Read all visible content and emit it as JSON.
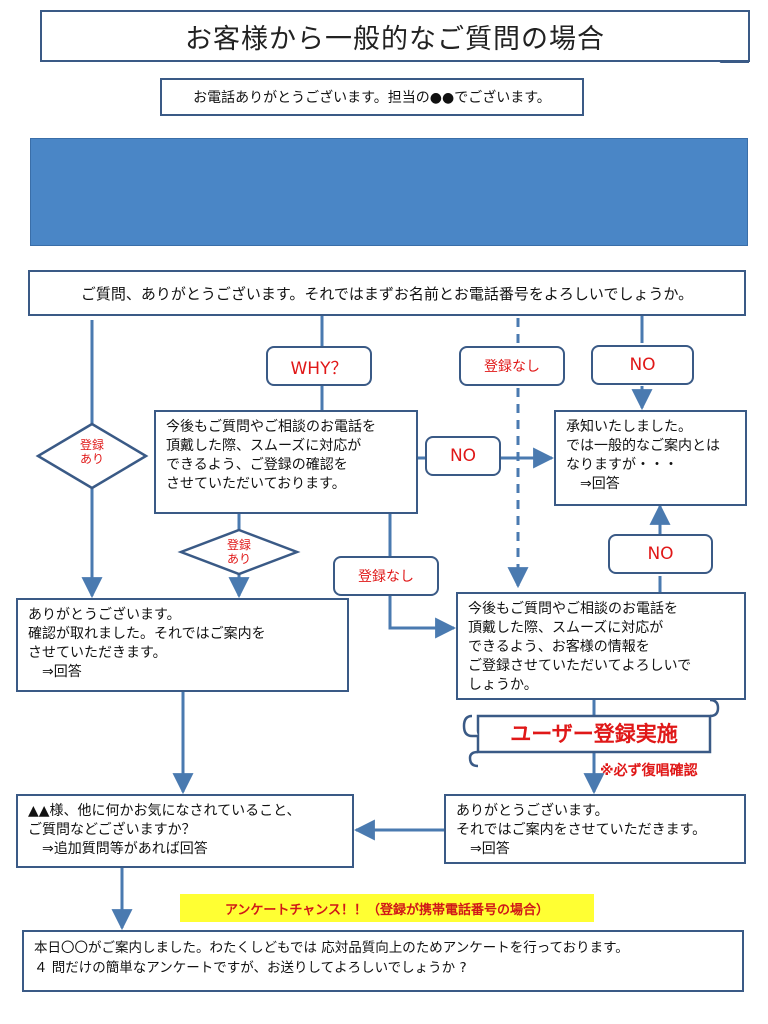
{
  "title": "お客様から一般的なご質問の場合",
  "greeting": "お電話ありがとうございます。担当の●●でございます。",
  "question": "ご質問、ありがとうございます。それではまずお名前とお電話番号をよろしいでしょうか。",
  "labels": {
    "why": "WHY？",
    "not_registered_1": "登録なし",
    "not_registered_2": "登録なし",
    "no_1": "NO",
    "no_2": "NO",
    "no_3": "NO",
    "registered_1": "登録\nあり",
    "registered_2": "登録\nあり"
  },
  "boxes": {
    "explain": "今後もご質問やご相談のお電話を\n頂戴した際、スムーズに対応が\nできるよう、ご登録の確認を\nさせていただいております。",
    "acknowledged": "承知いたしました。\nでは一般的なご案内とは\nなりますが・・・\n　⇒回答",
    "confirmed": "ありがとうございます。\n確認が取れました。それではご案内を\nさせていただきます。\n　⇒回答",
    "register_request": "今後もご質問やご相談のお電話を\n頂戴した際、スムーズに対応が\nできるよう、お客様の情報を\nご登録させていただいてよろしいで\nしょうか。",
    "thanks_after_register": "ありがとうございます。\nそれではご案内をさせていただきます。\n　⇒回答",
    "anything_else": "▲▲様、他に何かお気になされていること、\nご質問などございますか？\n　⇒追加質問等があれば回答",
    "survey": "本日〇〇がご案内しました。わたくしどもでは 応対品質向上のためアンケートを行っております。\n４ 問だけの簡単なアンケートですが、お送りしてよろしいでしょうか ?"
  },
  "user_registration": "ユーザー登録実施",
  "note_confirm": "※必ず復唱確認",
  "survey_chance": "アンケートチャンス！！（登録が携帯電話番号の場合）",
  "colors": {
    "border": "#3a5a86",
    "banner": "#4a86c6",
    "arrow": "#4a7ab0",
    "red": "#e01818",
    "yellow": "#ffff33"
  }
}
